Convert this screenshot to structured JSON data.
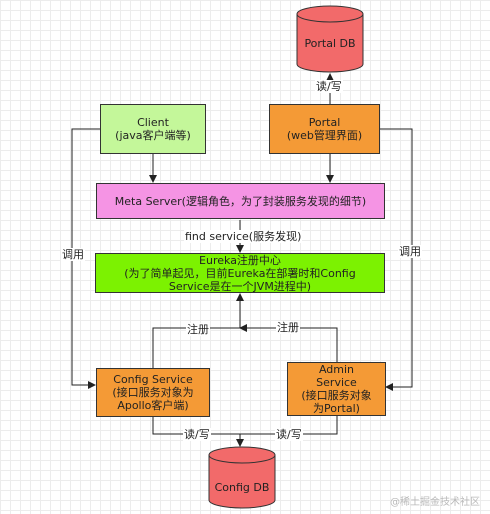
{
  "nodes": {
    "portal_db": "Portal DB",
    "client": [
      "Client",
      "(java客户端等)"
    ],
    "portal": [
      "Portal",
      "(web管理界面)"
    ],
    "meta_server": "Meta Server(逻辑角色，为了封装服务发现的细节)",
    "eureka": [
      "Eureka注册中心",
      "(为了简单起见，目前Eureka在部署时和Config",
      "Service是在一个JVM进程中)"
    ],
    "config_service": [
      "Config Service",
      "(接口服务对象为",
      "Apollo客户端)"
    ],
    "admin_service": [
      "Admin",
      "Service",
      "(接口服务对象",
      "为Portal)"
    ],
    "config_db": "Config DB"
  },
  "labels": {
    "portal_db_rw": "读/写",
    "find_service": "find service(服务发现)",
    "call_left": "调用",
    "call_right": "调用",
    "register_left": "注册",
    "register_right": "注册",
    "config_db_rw_left": "读/写",
    "config_db_rw_right": "读/写"
  },
  "watermark": "@稀土掘金技术社区",
  "colors": {
    "light_green": "#c4f79a",
    "orange": "#f49a36",
    "pink": "#f594e4",
    "green": "#7cf201",
    "db_red": "#f26a6a"
  }
}
